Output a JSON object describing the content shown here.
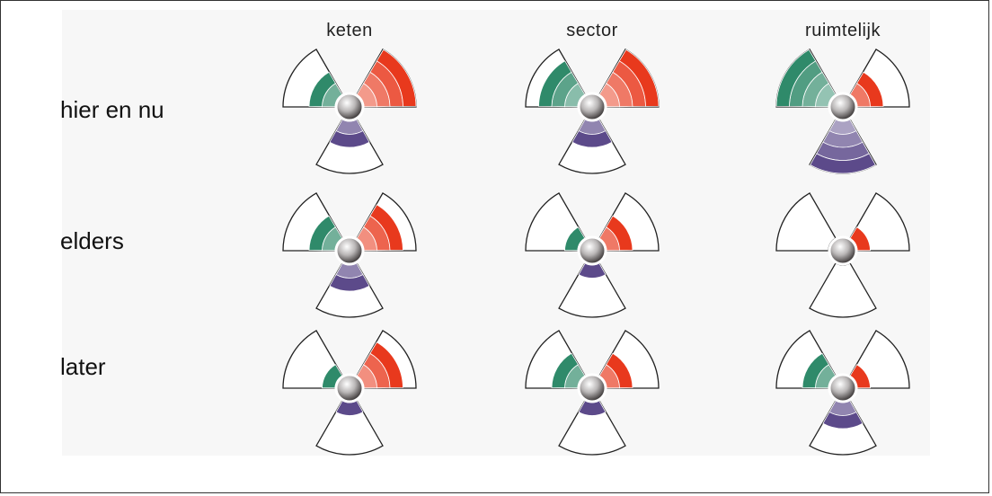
{
  "columns": [
    "keten",
    "sector",
    "ruimtelijk"
  ],
  "rows": [
    "hier en nu",
    "elders",
    "later"
  ],
  "colors": {
    "green": "#2f8a6a",
    "red": "#e8391d",
    "purple": "#5c4a8a",
    "outline": "#222222",
    "panel": "#f7f7f7"
  },
  "symbols": [
    {
      "column": "keten",
      "row": "hier en nu",
      "green": 0.5,
      "red": 1.0,
      "purple": 0.5
    },
    {
      "column": "sector",
      "row": "hier en nu",
      "green": 0.75,
      "red": 1.0,
      "purple": 0.5
    },
    {
      "column": "ruimtelijk",
      "row": "hier en nu",
      "green": 1.0,
      "red": 0.5,
      "purple": 1.0
    },
    {
      "column": "keten",
      "row": "elders",
      "green": 0.5,
      "red": 0.75,
      "purple": 0.5
    },
    {
      "column": "sector",
      "row": "elders",
      "green": 0.25,
      "red": 0.5,
      "purple": 0.25
    },
    {
      "column": "ruimtelijk",
      "row": "elders",
      "green": 0.0,
      "red": 0.25,
      "purple": 0.0
    },
    {
      "column": "keten",
      "row": "later",
      "green": 0.25,
      "red": 0.75,
      "purple": 0.25
    },
    {
      "column": "sector",
      "row": "later",
      "green": 0.5,
      "red": 0.5,
      "purple": 0.25
    },
    {
      "column": "ruimtelijk",
      "row": "later",
      "green": 0.5,
      "red": 0.25,
      "purple": 0.5
    }
  ]
}
